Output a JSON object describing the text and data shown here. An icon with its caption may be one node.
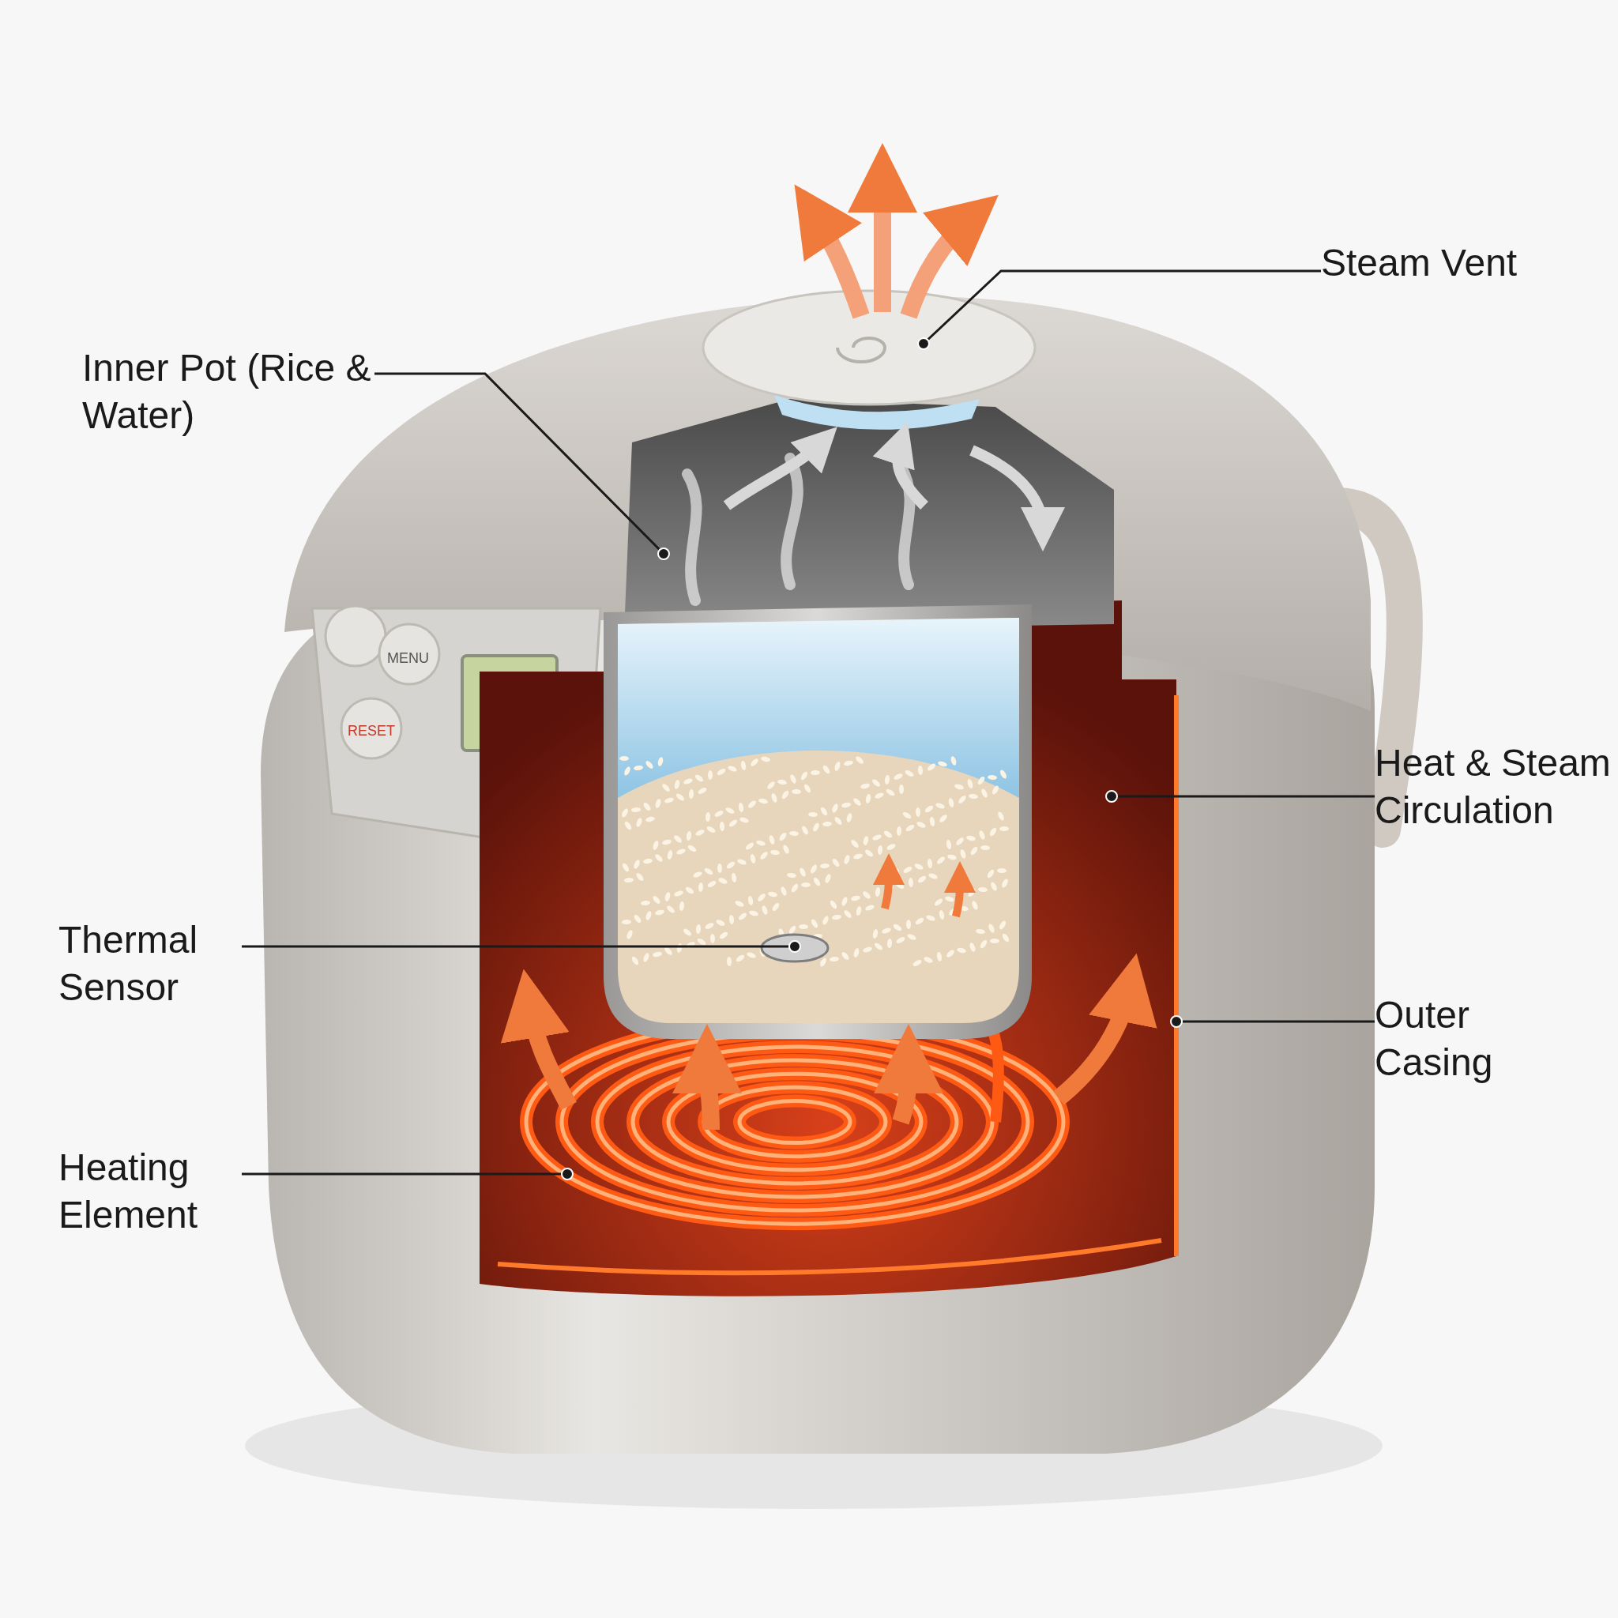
{
  "diagram": {
    "nodes": [
      {
        "text": [
          "Steam Vent"
        ]
      },
      {
        "text": [
          "Inner Pot (Rice & Water)"
        ]
      },
      {
        "text": [
          "Heat & Steam Circulation"
        ]
      },
      {
        "text": [
          "Thermal Sensor"
        ]
      },
      {
        "text": [
          "Outer Casing"
        ]
      },
      {
        "text": [
          "Heating Element"
        ]
      },
      {
        "text": [],
        "shape": "circle"
      },
      {
        "text": [],
        "shape": "circle"
      },
      {
        "text": [],
        "shape": "circle"
      },
      {
        "text": [],
        "shape": "circle"
      },
      {
        "text": [],
        "shape": "circle"
      },
      {
        "text": [],
        "shape": "circle"
      }
    ],
    "edges": [
      {
        "from": 0,
        "to": 6,
        "arrow": "none"
      },
      {
        "from": 1,
        "to": 7,
        "arrow": "none"
      },
      {
        "from": 2,
        "to": 8,
        "arrow": "none"
      },
      {
        "from": 3,
        "to": 9,
        "arrow": "none"
      },
      {
        "from": 4,
        "to": 10,
        "arrow": "none"
      },
      {
        "from": 5,
        "to": 11,
        "arrow": "none"
      }
    ],
    "labels": [
      "MENU",
      "RESET"
    ]
  }
}
